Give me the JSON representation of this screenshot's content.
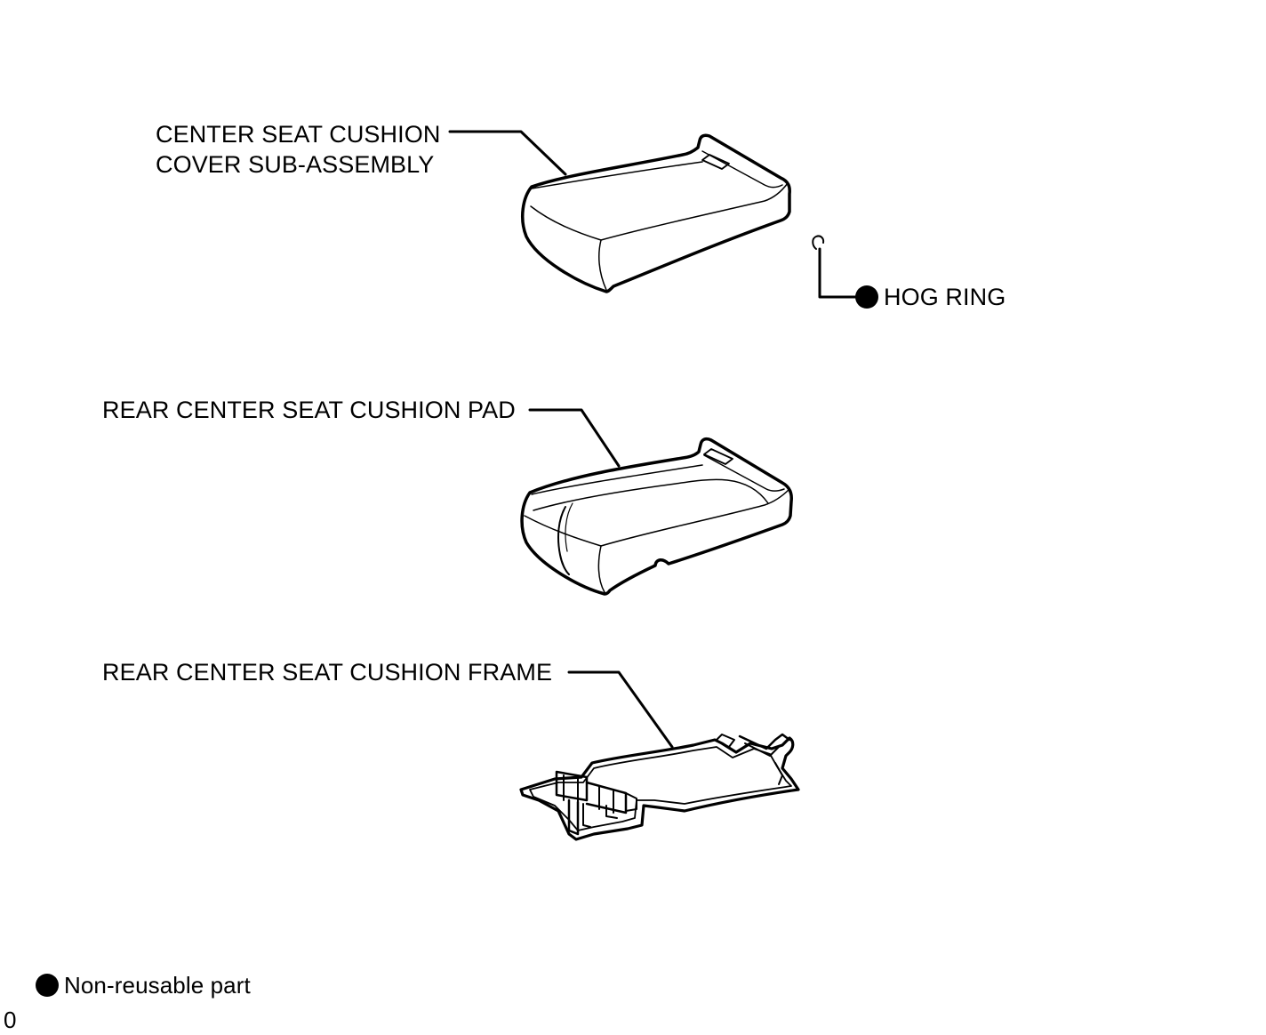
{
  "parts": {
    "cover": {
      "line1": "CENTER SEAT CUSHION",
      "line2": "COVER SUB-ASSEMBLY"
    },
    "hog_ring": {
      "label": "HOG RING",
      "marker": "non-reusable-dot"
    },
    "pad": {
      "label": "REAR CENTER SEAT CUSHION PAD"
    },
    "frame": {
      "label": "REAR CENTER SEAT CUSHION FRAME"
    }
  },
  "legend": {
    "marker": "non-reusable-dot",
    "label": "Non-reusable part"
  },
  "figure_code": "0"
}
